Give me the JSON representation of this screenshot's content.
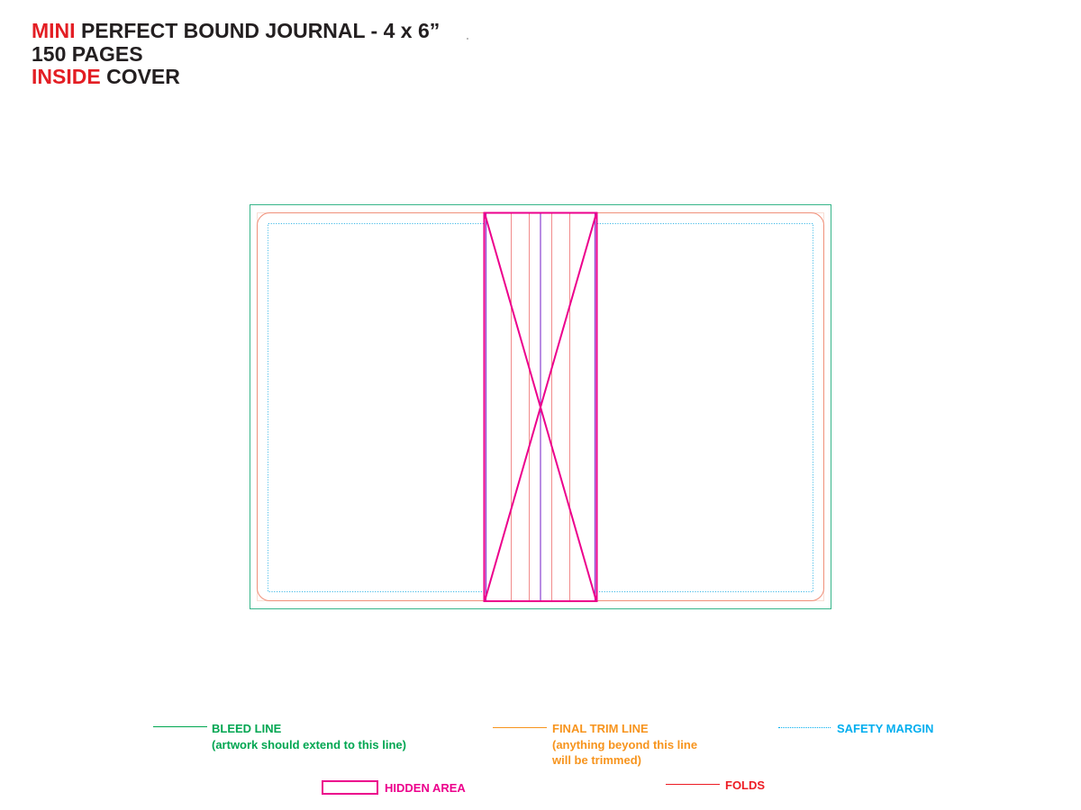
{
  "header": {
    "line1_accent": "MINI",
    "line1_rest": "PERFECT BOUND JOURNAL - 4 x 6”",
    "line2": "150 PAGES",
    "line3_accent": "INSIDE",
    "line3_rest": "COVER"
  },
  "legend": {
    "bleed": {
      "label": "BLEED LINE",
      "note": "(artwork should extend to this line)",
      "color": "#00a651"
    },
    "trim": {
      "label": "FINAL TRIM LINE",
      "note_line1": "(anything beyond this line",
      "note_line2": "will be trimmed)",
      "color": "#f7941d"
    },
    "safety": {
      "label": "SAFETY MARGIN",
      "color": "#00aeef"
    },
    "hidden": {
      "label": "HIDDEN AREA",
      "color": "#ec008c"
    },
    "folds": {
      "label": "FOLDS",
      "color": "#ed1c24"
    }
  },
  "colors": {
    "accent_red": "#e31e24",
    "title_text": "#231f20",
    "bleed_line": "#37b58a",
    "trim_line": "#f0907a",
    "safety_line": "#3cb8e6",
    "hidden_area": "#ec008c",
    "fold_line": "#f08080",
    "spine_center": "#8a3fd0"
  }
}
